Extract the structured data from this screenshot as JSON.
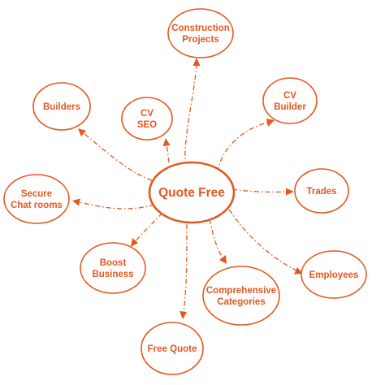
{
  "colors": {
    "accent": "#e4571e",
    "background": "#ffffff"
  },
  "nodes": {
    "center": {
      "label": [
        "Quote Free"
      ]
    },
    "construction": {
      "label": [
        "Construction",
        "Projects"
      ]
    },
    "cv_builder": {
      "label": [
        "CV",
        "Builder"
      ]
    },
    "trades": {
      "label": [
        "Trades"
      ]
    },
    "employees": {
      "label": [
        "Employees"
      ]
    },
    "comprehensive": {
      "label": [
        "Comprehensive",
        "Categories"
      ]
    },
    "free_quote": {
      "label": [
        "Free Quote"
      ]
    },
    "boost": {
      "label": [
        "Boost",
        "Business"
      ]
    },
    "secure": {
      "label": [
        "Secure",
        "Chat rooms"
      ]
    },
    "builders": {
      "label": [
        "Builders"
      ]
    },
    "cv_seo": {
      "label": [
        "CV",
        "SEO"
      ]
    }
  },
  "edges": [
    {
      "from": "center",
      "to": "construction"
    },
    {
      "from": "center",
      "to": "cv_builder"
    },
    {
      "from": "center",
      "to": "trades"
    },
    {
      "from": "center",
      "to": "employees"
    },
    {
      "from": "center",
      "to": "comprehensive"
    },
    {
      "from": "center",
      "to": "free_quote"
    },
    {
      "from": "center",
      "to": "boost"
    },
    {
      "from": "center",
      "to": "secure"
    },
    {
      "from": "center",
      "to": "builders"
    },
    {
      "from": "center",
      "to": "cv_seo"
    }
  ]
}
